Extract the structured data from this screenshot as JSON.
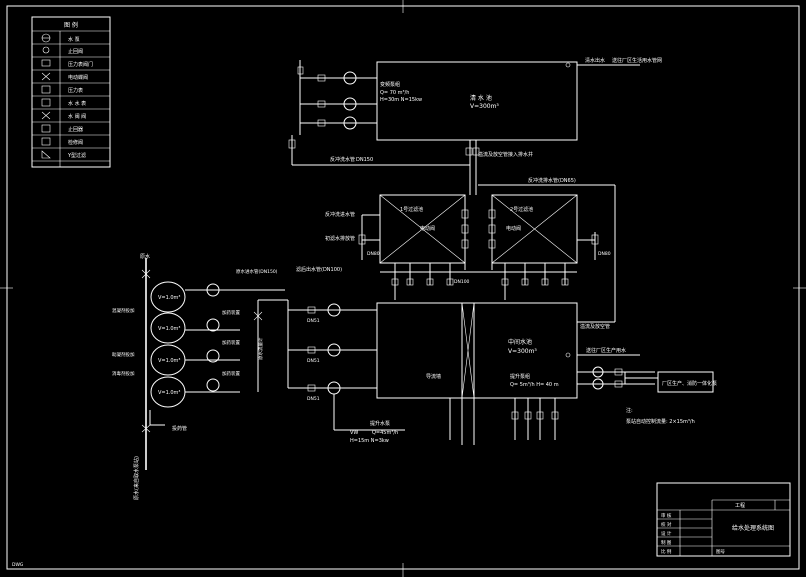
{
  "legend": {
    "title": "图 例",
    "rows": [
      "水 泵",
      "止回阀",
      "压力表阀门",
      "电动蝶阀",
      "压力表",
      "水 水 表",
      "水 阀 阀",
      "止回器",
      "检修阀",
      "Y型过滤"
    ]
  },
  "top_tank": {
    "name": "清 水 池",
    "volume": "V=300m³",
    "pump_flow": "Q= 70 m³/h",
    "pump_head": "H=30m N=15kw",
    "label_left": "变频泵组",
    "outlet_label": "清水出水",
    "outlet_dest": "送往厂区生活用水管网",
    "return_label": "反冲洗水管",
    "return_detail": "DN150",
    "overflow_label": "溢流及放空管接入排水井"
  },
  "filters": {
    "left_name": "1号过滤池",
    "right_name": "2号过滤池",
    "backwash_top": "反冲洗排水管(DN65)",
    "backwash_label": "滤后出水管(DN100)",
    "left_side": "反冲洗进水管",
    "right_side": "初滤水排放管",
    "valve_a": "电动阀",
    "valve_b": "电动阀",
    "dn_left": "DN80",
    "dn_right": "DN80",
    "pipe_note": "DN100"
  },
  "mid_tank": {
    "name": "中间水池",
    "volume": "V=300m³",
    "partition": "导流墙",
    "pump_label": "提升泵组",
    "pump_flow": "Q= 5m³/h H= 40 m",
    "lift_label": "提升水泵",
    "lift_flow": "Q=45m³/h",
    "lift_head": "H=15m N=3kw",
    "vw": "VW",
    "outlet_label": "送往厂区生产用水",
    "dn": "DN51",
    "overflow_top": "溢流及放空管"
  },
  "pressure_tanks": {
    "volumes": [
      "V=1.0m³",
      "V=1.0m³",
      "V=1.0m³",
      "V=1.0m³"
    ],
    "inlet": "原水",
    "label_main": "原水进水管(DN150)",
    "side_label": "加药装置",
    "left_labels": [
      "混凝剂投加",
      "助凝剂投加",
      "消毒剂投加"
    ],
    "bottom_label": "原水(来自取水泵站)",
    "dosing_label": "投药管",
    "flow_label": "原水流量计"
  },
  "right_box": {
    "label": "厂区生产、消防一体化泵",
    "note": "注:",
    "note_detail": "泵站自动控制流量: 2×15m³/h"
  },
  "title_block": {
    "header": "工程",
    "rows": [
      "审 核",
      "校 对",
      "设 计",
      "制 图",
      "比 例"
    ],
    "drawing": "给水处理系统图",
    "number": "图号"
  },
  "corner": "DWG"
}
